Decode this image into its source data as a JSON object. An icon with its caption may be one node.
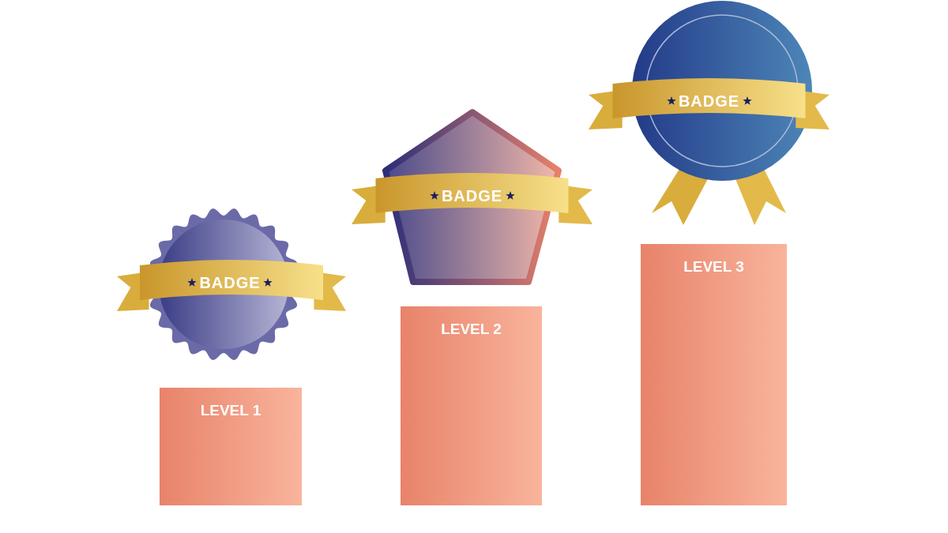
{
  "diagram": {
    "nodes": [
      {
        "text": [
          "BADGE"
        ]
      },
      {
        "text": [
          "LEVEL 1"
        ]
      },
      {
        "text": [
          "BADGE"
        ]
      },
      {
        "text": [
          "LEVEL 2"
        ]
      },
      {
        "text": [
          "BADGE"
        ]
      },
      {
        "text": [
          "LEVEL 3"
        ]
      }
    ]
  }
}
